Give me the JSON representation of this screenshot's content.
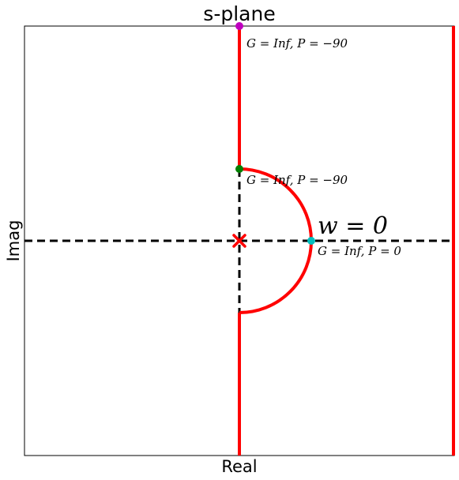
{
  "title": "s-plane",
  "xlabel": "Real",
  "ylabel": "Imag",
  "annotations": {
    "top": "G = Inf, P = −90",
    "upper_point": "G = Inf, P = −90",
    "right_point": "G = Inf, P = 0",
    "w_zero": "w = 0"
  },
  "colors": {
    "contour": "#ff0000",
    "axes_dashed": "#000000",
    "pole_marker": "#ff0000",
    "top_point": "#bf00bf",
    "upper_point": "#008000",
    "right_point": "#00bfbf"
  }
}
